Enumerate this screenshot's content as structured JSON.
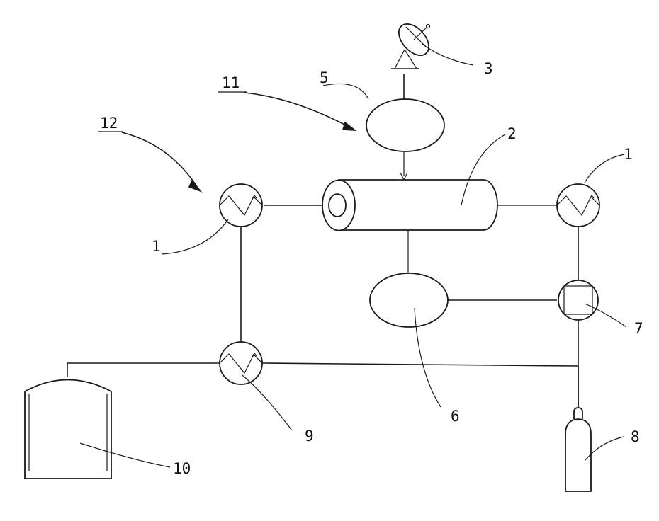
{
  "labels": {
    "heat_exchanger_left": "1",
    "heat_exchanger_right": "1",
    "cylinder": "2",
    "dish": "3",
    "tank_top": "5",
    "tank_bottom": "6",
    "square_component": "7",
    "gas_bottle": "8",
    "heat_exchanger_bottom": "9",
    "storage_tank": "10",
    "pointer_11": "11",
    "pointer_12": "12"
  },
  "icons": {
    "dish": "satellite-dish-icon",
    "heat_exchanger": "heat-exchanger-icon",
    "gas_bottle": "gas-cylinder-icon",
    "storage_tank": "tank-icon"
  }
}
